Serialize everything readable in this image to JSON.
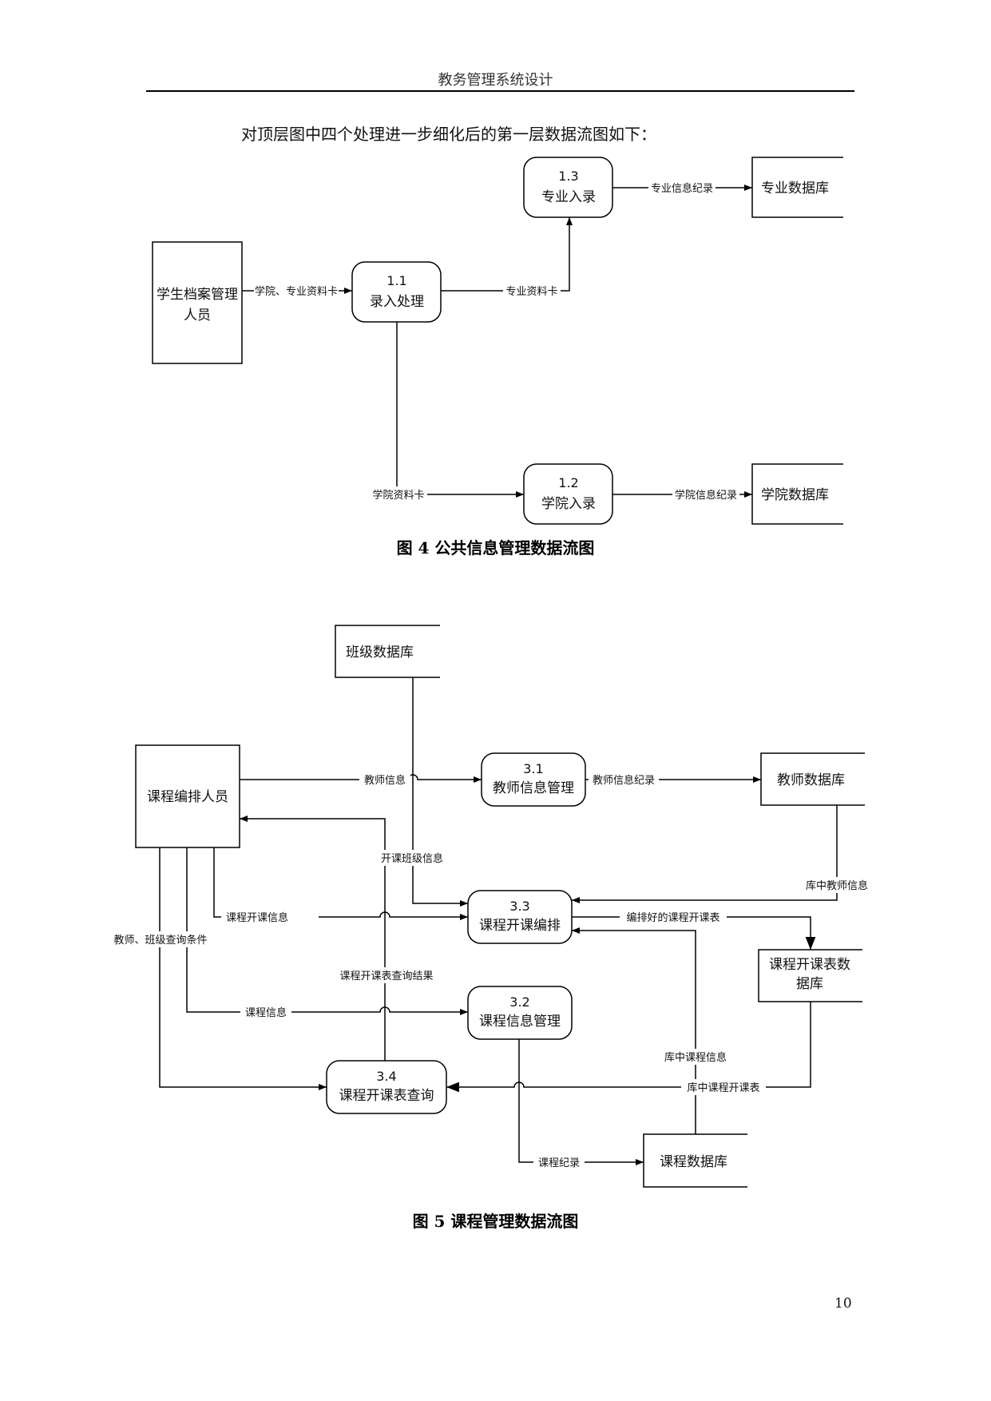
{
  "header": {
    "title": "教务管理系统设计"
  },
  "intro": "对顶层图中四个处理进一步细化后的第一层数据流图如下：",
  "fig4": {
    "caption": "图 4  公共信息管理数据流图",
    "entity": {
      "line1": "学生档案管理",
      "line2": "人员"
    },
    "processes": {
      "p11": {
        "num": "1.1",
        "name": "录入处理"
      },
      "p12": {
        "num": "1.2",
        "name": "学院入录"
      },
      "p13": {
        "num": "1.3",
        "name": "专业入录"
      }
    },
    "stores": {
      "major": "专业数据库",
      "college": "学院数据库"
    },
    "flows": {
      "in": "学院、专业资料卡",
      "major_card": "专业资料卡",
      "college_card": "学院资料卡",
      "major_record": "专业信息纪录",
      "college_record": "学院信息纪录"
    }
  },
  "fig5": {
    "caption": "图 5  课程管理数据流图",
    "entity": "课程编排人员",
    "processes": {
      "p31": {
        "num": "3.1",
        "name": "教师信息管理"
      },
      "p32": {
        "num": "3.2",
        "name": "课程信息管理"
      },
      "p33": {
        "num": "3.3",
        "name": "课程开课编排"
      },
      "p34": {
        "num": "3.4",
        "name": "课程开课表查询"
      }
    },
    "stores": {
      "class": "班级数据库",
      "teacher": "教师数据库",
      "schedule": {
        "line1": "课程开课表数",
        "line2": "据库"
      },
      "course": "课程数据库"
    },
    "flows": {
      "teacher_info": "教师信息",
      "teacher_record": "教师信息纪录",
      "open_class_info": "开课班级信息",
      "store_teacher_info": "库中教师信息",
      "course_open_info": "课程开课信息",
      "arranged_schedule": "编排好的课程开课表",
      "query_conditions": "教师、班级查询条件",
      "query_result": "课程开课表查询结果",
      "course_info": "课程信息",
      "store_course_info": "库中课程信息",
      "store_schedule": "库中课程开课表",
      "course_record": "课程纪录"
    }
  },
  "page_number": "10"
}
